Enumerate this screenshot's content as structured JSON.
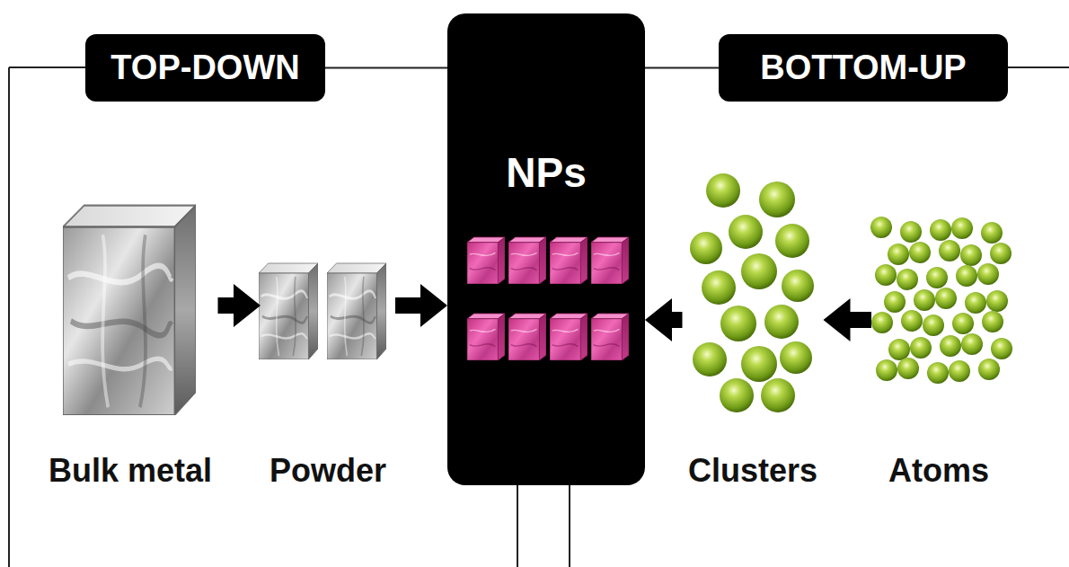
{
  "diagram": {
    "nodes": [
      {
        "text": [
          "TOP-DOWN"
        ]
      },
      {
        "text": [
          "Bulk metal"
        ]
      },
      {
        "text": [
          "Powder"
        ]
      },
      {
        "text": [
          "NPs"
        ]
      },
      {
        "text": [
          "Clusters"
        ]
      },
      {
        "text": [
          "Atoms"
        ]
      },
      {
        "text": [
          "BOTTOM-UP"
        ]
      }
    ],
    "edges": [
      {
        "from": 1,
        "to": 2,
        "arrow": "to"
      },
      {
        "from": 2,
        "to": 3,
        "arrow": "to"
      },
      {
        "from": 5,
        "to": 4,
        "arrow": "to"
      },
      {
        "from": 4,
        "to": 3,
        "arrow": "to"
      },
      {
        "from": 0,
        "to": 3,
        "arrow": "none"
      },
      {
        "from": 3,
        "to": 6,
        "arrow": "none"
      }
    ]
  }
}
